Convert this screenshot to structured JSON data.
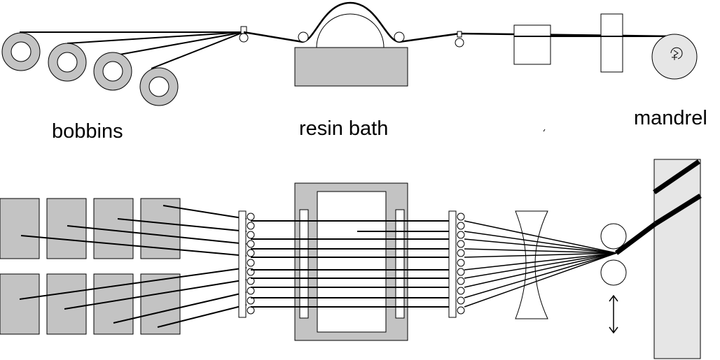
{
  "labels": {
    "bobbins": "bobbins",
    "resin_bath": "resin bath",
    "mandrel": "mandrel"
  },
  "colors": {
    "fill_gray": "#c3c3c3",
    "fill_light": "#e6e6e6",
    "stroke": "#000000",
    "background": "#ffffff"
  },
  "diagram": {
    "views": [
      "side-view",
      "top-view"
    ],
    "side_view_bobbin_count": 4,
    "top_view_bobbin_count": 8,
    "top_view_strand_count": 11
  }
}
